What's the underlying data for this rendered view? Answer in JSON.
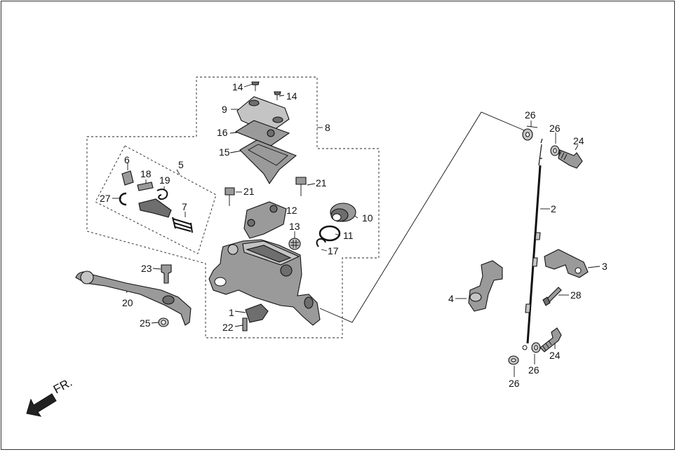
{
  "callouts": {
    "c1": "1",
    "c2": "2",
    "c3": "3",
    "c4": "4",
    "c5": "5",
    "c6": "6",
    "c8": "8",
    "c9": "9",
    "c10": "10",
    "c11": "11",
    "c12": "12",
    "c13": "13",
    "c14a": "14",
    "c14b": "14",
    "c15": "15",
    "c16": "16",
    "c17": "17",
    "c18": "18",
    "c19": "19",
    "c20": "20",
    "c21a": "21",
    "c21b": "21",
    "c22": "22",
    "c23": "23",
    "c24a": "24",
    "c24b": "24",
    "c25": "25",
    "c26a": "26",
    "c26b": "26",
    "c26c": "26",
    "c26d": "26",
    "c27": "27",
    "c28": "28"
  },
  "direction_label": "FR."
}
